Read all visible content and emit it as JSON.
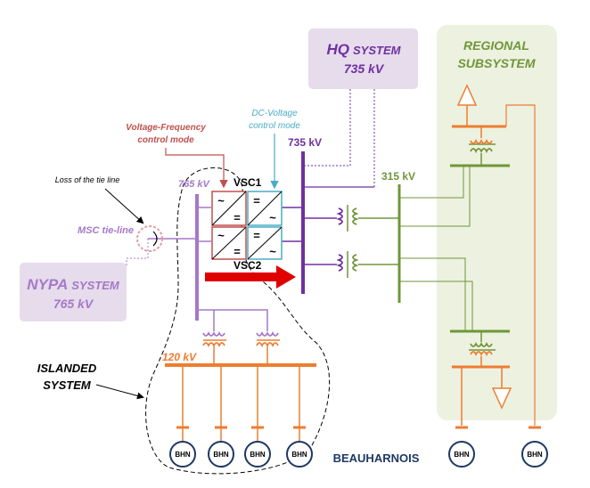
{
  "hq": {
    "title_main": "HQ",
    "title_suffix": "SYSTEM",
    "voltage": "735 kV"
  },
  "regional": {
    "line1": "REGIONAL",
    "line2": "SUBSYSTEM"
  },
  "nypa": {
    "title_main": "NYPA",
    "title_suffix": "SYSTEM",
    "voltage": "765 kV"
  },
  "labels": {
    "vf_line1": "Voltage-Frequency",
    "vf_line2": "control mode",
    "dcv_line1": "DC-Voltage",
    "dcv_line2": "control mode",
    "bus_735": "735 kV",
    "bus_765": "765 kV",
    "bus_315": "315 kV",
    "bus_120": "120 kV",
    "vsc1": "VSC1",
    "vsc2": "VSC2",
    "loss_tie": "Loss of the tie line",
    "msc_tie": "MSC tie-line",
    "islanded_line1": "ISLANDED",
    "islanded_line2": "SYSTEM",
    "beauharnois": "BEAUHARNOIS"
  },
  "converter_symbols": {
    "ac": "~",
    "dc": "="
  },
  "generators": [
    "BHN",
    "BHN",
    "BHN",
    "BHN",
    "BHN",
    "BHN"
  ],
  "colors": {
    "purple": "#7030A0",
    "light_purple": "#A678C8",
    "orange": "#ED7D31",
    "green": "#70963A",
    "red": "#E00000",
    "vsc_red": "#C0504D",
    "vsc_blue": "#4BACC6",
    "navy": "#1F3864",
    "hq_fill": "#E6DCEC",
    "regional_fill": "#EDF1DF"
  }
}
